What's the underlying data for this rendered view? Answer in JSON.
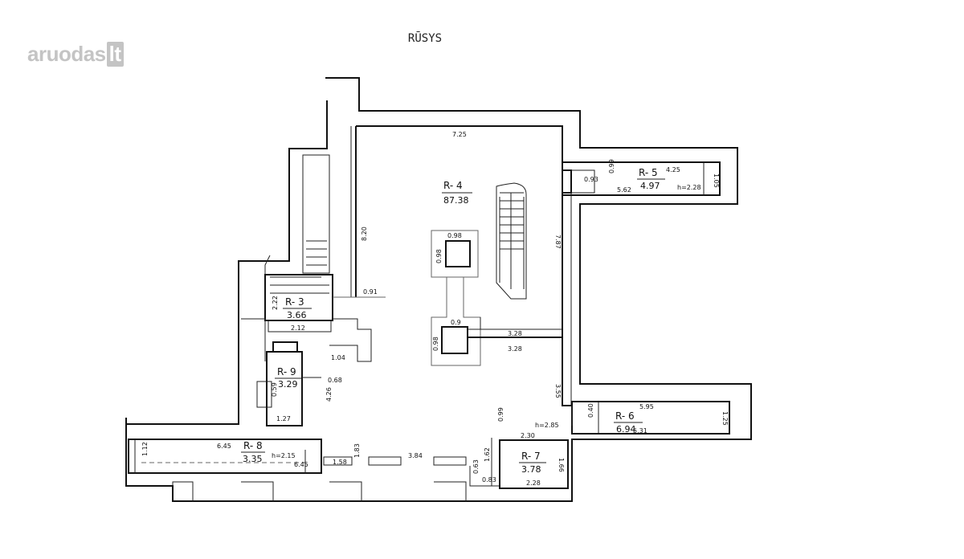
{
  "watermark": {
    "brand": "aruodas",
    "tld": "lt"
  },
  "title": "RŪSYS",
  "rooms": [
    {
      "id": "r4",
      "name": "R- 4",
      "area": "87.38"
    },
    {
      "id": "r5",
      "name": "R- 5",
      "area": "4.97"
    },
    {
      "id": "r3",
      "name": "R- 3",
      "area": "3.66"
    },
    {
      "id": "r9",
      "name": "R- 9",
      "area": "3.29"
    },
    {
      "id": "r6",
      "name": "R- 6",
      "area": "6.94"
    },
    {
      "id": "r7",
      "name": "R- 7",
      "area": "3.78"
    },
    {
      "id": "r8",
      "name": "R- 8",
      "area": "3.35"
    }
  ],
  "dimensions": {
    "r4_top": "7.25",
    "r4_left": "8.20",
    "r4_right": "7.87",
    "r4_lower_right": "3.55",
    "column_top_w": "0.98",
    "column_top_h": "0.98",
    "column_mid_w": "0.9",
    "column_mid_h": "0.98",
    "beam_a": "3.28",
    "beam_b": "3.28",
    "r5_a": "0.93",
    "r5_b": "0.99",
    "r5_c": "5.62",
    "r5_d": "4.25",
    "r5_e": "1.05",
    "r5_h": "h=2.28",
    "r3_h": "2.22",
    "r3_w": "2.12",
    "r3_door": "0.91",
    "r9_a": "1.04",
    "r9_b": "0.68",
    "r9_c": "0.59",
    "r9_d": "1.27",
    "r9_e": "4.26",
    "r6_a": "5.95",
    "r6_b": "5.31",
    "r6_c": "0.40",
    "r6_d": "1.25",
    "r6_h": "h=2.85",
    "r7_a": "2.30",
    "r7_b": "1.66",
    "r7_c": "2.28",
    "r7_d": "1.62",
    "r7_e": "0.83",
    "r7_f": "0.63",
    "r7_g": "0.99",
    "r8_a": "6.45",
    "r8_b": "1.12",
    "r8_h": "h=2.15",
    "r8_c": "6.45",
    "bottom_a": "1.58",
    "bottom_b": "1.83",
    "bottom_c": "3.84"
  }
}
